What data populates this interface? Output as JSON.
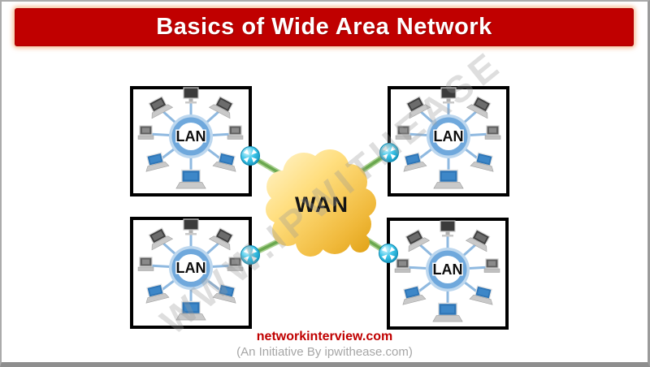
{
  "banner": {
    "title": "Basics of Wide Area Network"
  },
  "diagram": {
    "wan_label": "WAN",
    "lan_boxes": [
      {
        "position": "top-left",
        "label": "LAN"
      },
      {
        "position": "top-right",
        "label": "LAN"
      },
      {
        "position": "bottom-left",
        "label": "LAN"
      },
      {
        "position": "bottom-right",
        "label": "LAN"
      }
    ],
    "router_icon": "cisco-router-icon",
    "watermark": "WWW.IPWITHEASE"
  },
  "footer": {
    "site": "networkinterview.com",
    "tagline": "(An Initiative By ipwithease.com)"
  },
  "colors": {
    "banner_bg": "#C00000",
    "banner_text": "#FFFFFF",
    "lan_box_border": "#000000",
    "lan_ring_blue": "#6FA8DC",
    "cloud_light": "#FFF0BE",
    "cloud_gold": "#FFD966",
    "cloud_dark": "#DE9E10",
    "link_green": "#6AA84F",
    "router_cyan": "#1CAAD3",
    "footer_site_color": "#C00000",
    "footer_tagline_color": "#A6A6A6"
  }
}
